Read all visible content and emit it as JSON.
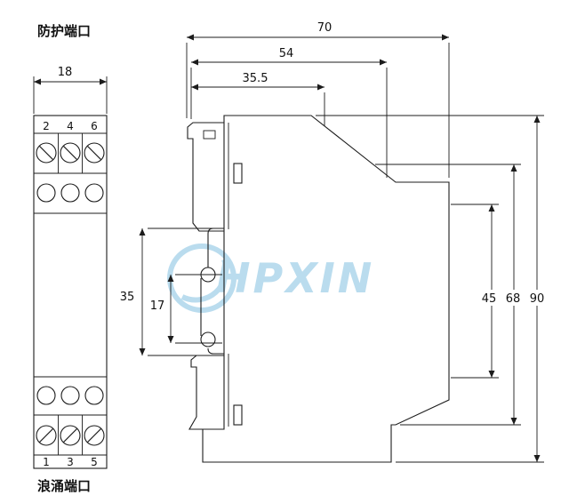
{
  "labels": {
    "protection_port": "防护端口",
    "surge_port": "浪涌端口"
  },
  "watermark": {
    "text": "HPXIN",
    "color": "#a9d4ea"
  },
  "front_view": {
    "width_dim": "18",
    "top_terminals": [
      "2",
      "4",
      "6"
    ],
    "bottom_terminals": [
      "1",
      "3",
      "5"
    ]
  },
  "side_view": {
    "depth_dims": [
      "70",
      "54",
      "35.5"
    ],
    "left_dims": [
      "35",
      "17"
    ],
    "right_dims": [
      "45",
      "68",
      "90"
    ]
  },
  "colors": {
    "line": "#1c1c1c",
    "watermark": "#a9d4ea",
    "background": "#ffffff"
  }
}
